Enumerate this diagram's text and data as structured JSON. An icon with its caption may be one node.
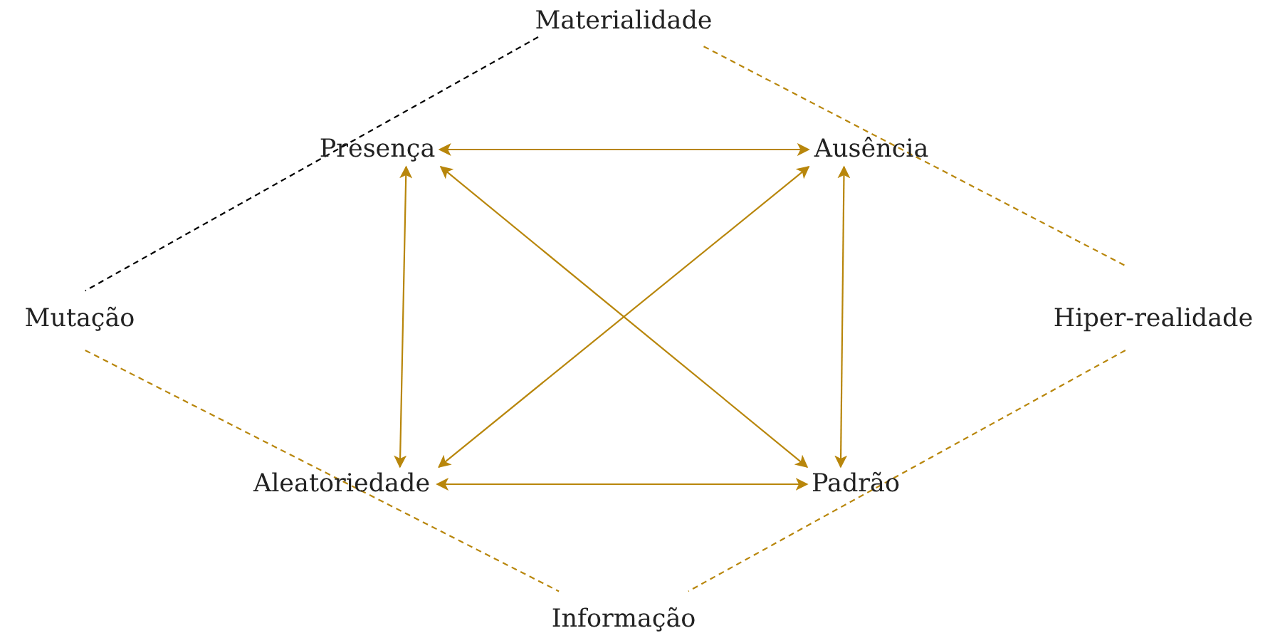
{
  "diagram": {
    "nodes": [
      {
        "text": [
          "Materialidade"
        ]
      },
      {
        "text": [
          "Presença"
        ]
      },
      {
        "text": [
          "Ausência"
        ]
      },
      {
        "text": [
          "Mutação"
        ]
      },
      {
        "text": [
          "Hiper-realidade"
        ]
      },
      {
        "text": [
          "Aleatoriedade"
        ]
      },
      {
        "text": [
          "Padrão"
        ]
      },
      {
        "text": [
          "Informação"
        ]
      }
    ],
    "edges": [
      {
        "from": 1,
        "to": 2,
        "arrow": "both"
      },
      {
        "from": 1,
        "to": 5,
        "arrow": "both"
      },
      {
        "from": 1,
        "to": 6,
        "arrow": "both"
      },
      {
        "from": 2,
        "to": 5,
        "arrow": "both"
      },
      {
        "from": 2,
        "to": 6,
        "arrow": "both"
      },
      {
        "from": 5,
        "to": 6,
        "arrow": "both"
      },
      {
        "from": 0,
        "to": 3,
        "arrow": "none",
        "style": "dashed",
        "color": "#000000"
      },
      {
        "from": 0,
        "to": 4,
        "arrow": "none",
        "style": "dashed"
      },
      {
        "from": 3,
        "to": 7,
        "arrow": "none",
        "style": "dashed"
      },
      {
        "from": 4,
        "to": 7,
        "arrow": "none",
        "style": "dashed"
      }
    ]
  }
}
